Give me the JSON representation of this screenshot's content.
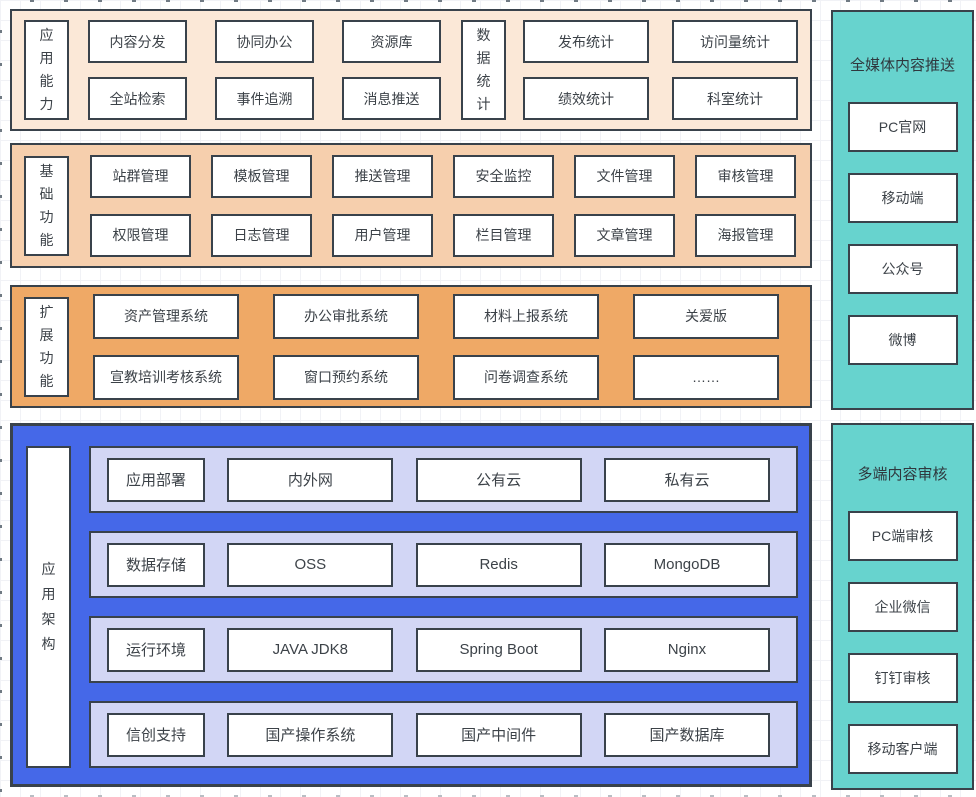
{
  "colors": {
    "band1-bg": "#fbe8d7",
    "band2-bg": "#f6cfad",
    "band3-bg": "#efa966",
    "band4-bg": "#4568e8",
    "band4-row-bg": "#d2d6f5",
    "side-panel-bg": "#67d3ce",
    "box-bg": "#ffffff",
    "border": "#39424b",
    "text": "#3c4248"
  },
  "bands": {
    "capability": {
      "label": "应用能力",
      "left_rows": [
        [
          "内容分发",
          "协同办公",
          "资源库"
        ],
        [
          "全站检索",
          "事件追溯",
          "消息推送"
        ]
      ],
      "mid_label": "数据统计",
      "right_rows": [
        [
          "发布统计",
          "访问量统计"
        ],
        [
          "绩效统计",
          "科室统计"
        ]
      ]
    },
    "basic": {
      "label": "基础功能",
      "rows": [
        [
          "站群管理",
          "模板管理",
          "推送管理",
          "安全监控",
          "文件管理",
          "审核管理"
        ],
        [
          "权限管理",
          "日志管理",
          "用户管理",
          "栏目管理",
          "文章管理",
          "海报管理"
        ]
      ]
    },
    "extension": {
      "label": "扩展功能",
      "rows": [
        [
          "资产管理系统",
          "办公审批系统",
          "材料上报系统",
          "关爱版"
        ],
        [
          "宣教培训考核系统",
          "窗口预约系统",
          "问卷调查系统",
          "……"
        ]
      ]
    },
    "architecture": {
      "label": "应用架构",
      "rows": [
        [
          "应用部署",
          "内外网",
          "公有云",
          "私有云"
        ],
        [
          "数据存储",
          "OSS",
          "Redis",
          "MongoDB"
        ],
        [
          "运行环境",
          "JAVA JDK8",
          "Spring Boot",
          "Nginx"
        ],
        [
          "信创支持",
          "国产操作系统",
          "国产中间件",
          "国产数据库"
        ]
      ]
    }
  },
  "side_panels": [
    {
      "title": "全媒体内容推送",
      "items": [
        "PC官网",
        "移动端",
        "公众号",
        "微博"
      ]
    },
    {
      "title": "多端内容审核",
      "items": [
        "PC端审核",
        "企业微信",
        "钉钉审核",
        "移动客户端"
      ]
    }
  ]
}
